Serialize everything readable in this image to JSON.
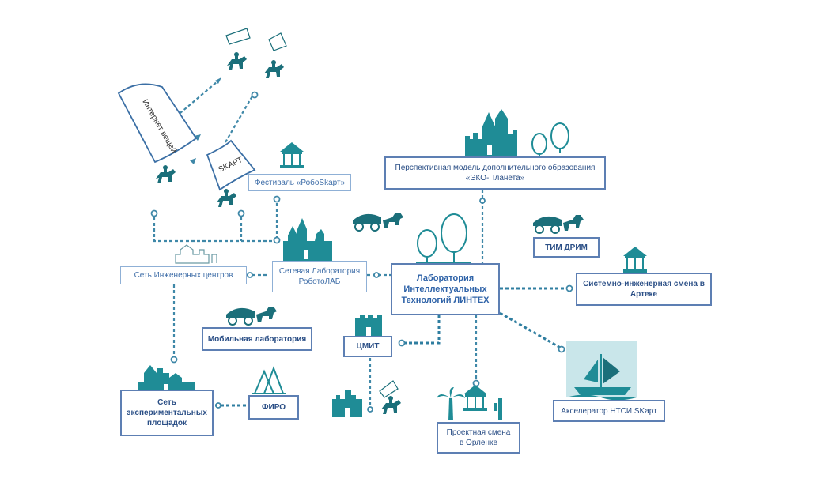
{
  "nodes": {
    "festival": "Фестиваль «РобоSkарт»",
    "eko_planeta": "Перспективная модель дополнительного образования\n«ЭКО-Планета»",
    "network_centers": "Сеть Инженерных центров",
    "network_lab": "Сетевая Лаборатория\nРоботоЛАБ",
    "lintex": "Лаборатория\nИнтеллектуальных\nТехнологий ЛИНТЕХ",
    "tim_drim": "ТИМ ДРИМ",
    "artek": "Системно-инженерная смена в\nАртеке",
    "mobile_lab": "Мобильная лаборатория",
    "cmit": "ЦМИТ",
    "experimental": "Сеть\nэкспериментальных\nплощадок",
    "firo": "ФИРО",
    "accelerator": "Акселератор НТСИ SKарт",
    "orlenok": "Проектная смена\nв Орленке"
  },
  "banners": {
    "internet_of_things": "Интернет вещей",
    "skart": "SKАРТ"
  },
  "colors": {
    "teal": "#1f8c96",
    "border": "#5d7fb3",
    "text": "#2b4f86",
    "dash": "#3f88a8",
    "ship_bg": "#c9e6ea"
  },
  "icons": [
    "castle-icon",
    "horse-rider-icon",
    "carousel-icon",
    "wagon-icon",
    "tree-icon",
    "ship-icon",
    "palm-icon"
  ]
}
